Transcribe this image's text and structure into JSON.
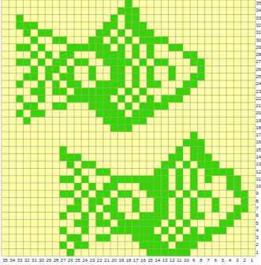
{
  "diagram": {
    "labels": [
      "35",
      "34",
      "33",
      "32",
      "31",
      "30",
      "29",
      "28",
      "27",
      "26",
      "25",
      "24",
      "23",
      "22",
      "21",
      "20",
      "19",
      "18",
      "17",
      "16",
      "15",
      "14",
      "13",
      "12",
      "11",
      "10",
      "9",
      "8",
      "7",
      "6",
      "5",
      "4",
      "3",
      "2",
      "1",
      "35",
      "34",
      "33",
      "32",
      "31",
      "30",
      "29",
      "28",
      "27",
      "26",
      "25",
      "24",
      "23",
      "22",
      "21",
      "20",
      "19",
      "18",
      "17",
      "16",
      "15",
      "14",
      "13",
      "12",
      "11",
      "10",
      "9",
      "8",
      "7",
      "6",
      "5",
      "4",
      "3",
      "2",
      "1"
    ]
  }
}
